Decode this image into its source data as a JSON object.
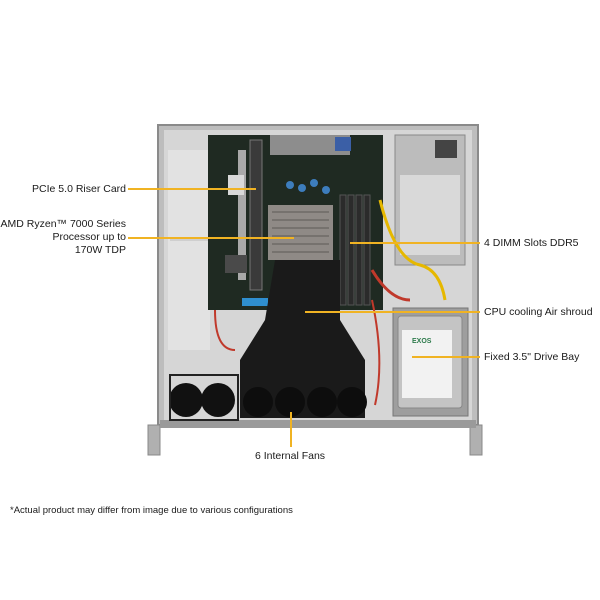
{
  "callouts": {
    "pcie": "PCIe 5.0 Riser Card",
    "cpu": [
      "AMD Ryzen™  7000 Series",
      "Processor up to",
      "170W TDP"
    ],
    "dimm": "4 DIMM Slots DDR5",
    "shroud": "CPU cooling Air shroud",
    "drive": "Fixed 3.5\" Drive Bay",
    "fans": "6 Internal  Fans"
  },
  "drive_brand": "EXOS",
  "footnote": "*Actual product may differ from image due to various configurations",
  "colors": {
    "callout_line": "#f0b323",
    "chassis": "#c9c9c9",
    "board": "#1f2a22",
    "shroud": "#1a1a1a"
  }
}
